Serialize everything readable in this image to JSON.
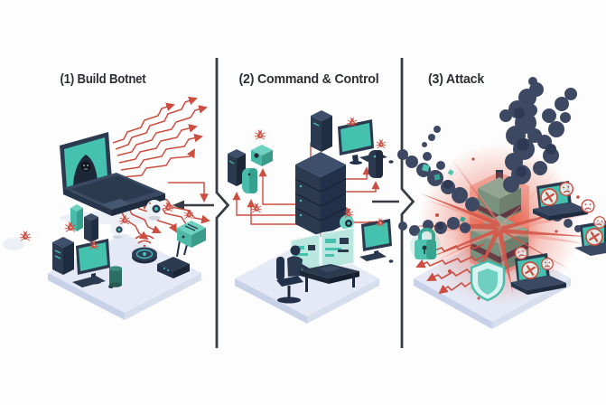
{
  "panels": [
    {
      "id": "build-botnet",
      "title": "(1) Build Botnet"
    },
    {
      "id": "command-and-control",
      "title": "(2) Command & Control"
    },
    {
      "id": "attack",
      "title": "(3) Attack"
    }
  ],
  "colors": {
    "background": "#fdfdfd",
    "divider": "#383d44",
    "title_text": "#2b3036",
    "malware_red": "#cc4e41",
    "device_teal": "#4fc4b2",
    "screen_teal": "#45c1b0",
    "device_navy": "#2c3a50",
    "platform_top": "#e4e9f5",
    "platform_side": "#c7d1e7",
    "smoke": "#3d4963",
    "explosion_glow": "#e8604a"
  },
  "icons": {
    "bug-icon": "malware bug",
    "sad-face-icon": "frowning face",
    "error-x-icon": "circled X failure mark",
    "shield-icon": "protection shield",
    "padlock-icon": "security padlock",
    "flow-arrow-left-icon": "arrow pointing left",
    "flow-arrow-right-icon": "arrow pointing right",
    "wifi-icon": "wireless signal arcs",
    "hacker-icon": "hooded figure on laptop screen"
  }
}
